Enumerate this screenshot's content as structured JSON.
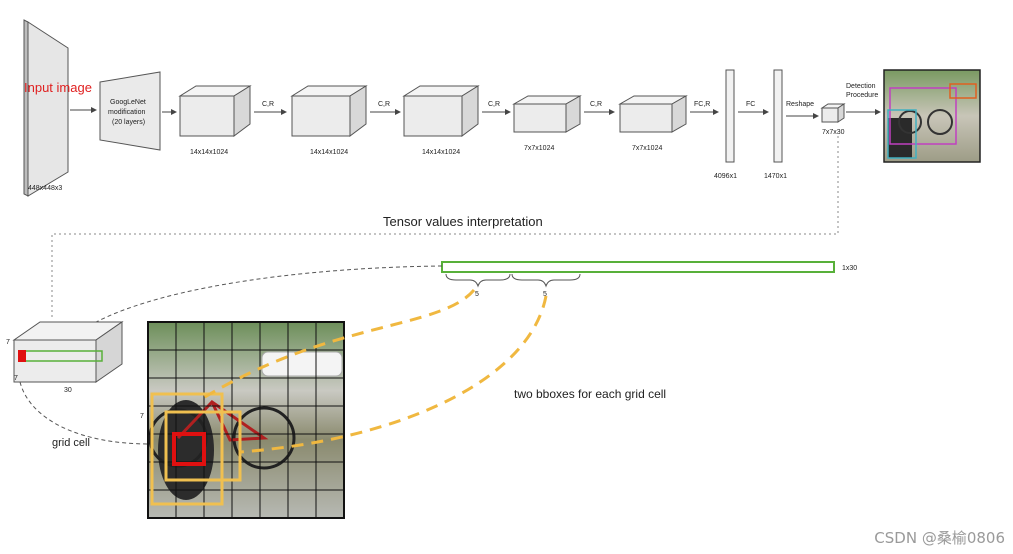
{
  "diagram": {
    "input_label": "Input image",
    "input_size": "448x448x3",
    "googlenet_label": [
      "GoogLeNet",
      "modification",
      "(20 layers)"
    ],
    "blocks": [
      {
        "size": "14x14x1024"
      },
      {
        "size": "14x14x1024"
      },
      {
        "size": "14x14x1024"
      },
      {
        "size": "7x7x1024"
      },
      {
        "size": "7x7x1024"
      }
    ],
    "arrow_labels": [
      "C,R",
      "C,R",
      "C,R",
      "C,R",
      "FC,R",
      "FC",
      "Reshape"
    ],
    "fc1_size": "4096x1",
    "fc2_size": "1470x1",
    "output_size": "7x7x30",
    "detection_label": [
      "Detection",
      "Procedure"
    ],
    "tensor_title": "Tensor values interpretation",
    "vector_size": "1x30",
    "brace_labels": [
      "5",
      "5"
    ],
    "cube_dims": {
      "height": "7",
      "depth": "7",
      "width": "30"
    },
    "grid_cell_label": "grid cell",
    "grid_side_label": "7",
    "bbox_caption": "two bboxes for each grid cell",
    "watermark": "CSDN @桑榆0806",
    "colors": {
      "input_text": "#e02020",
      "vector_stroke": "#58b03a",
      "bbox_yellow": "#f0b840",
      "grid_cell_red": "#e01010"
    }
  }
}
